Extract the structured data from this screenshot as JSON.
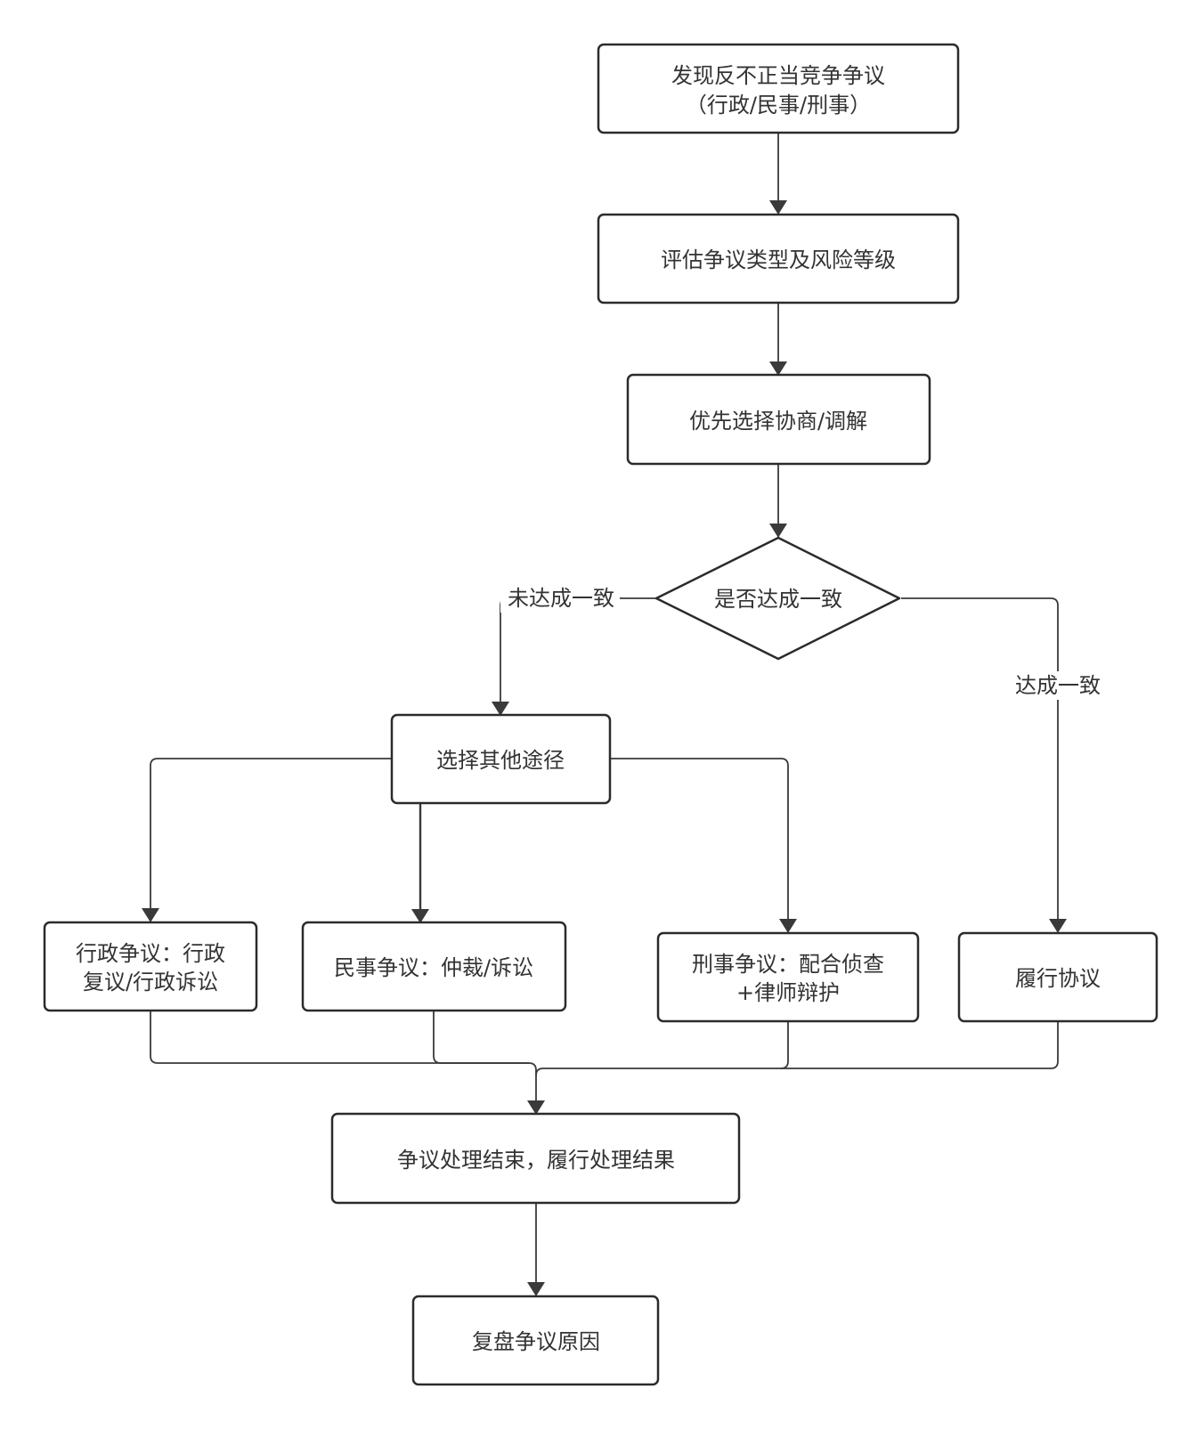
{
  "nodes": {
    "discover": {
      "line1": "发现反不正当竞争争议",
      "line2": "（行政/民事/刑事）"
    },
    "assess": {
      "line1": "评估争议类型及风险等级"
    },
    "negotiate": {
      "line1": "优先选择协商/调解"
    },
    "decision": {
      "line1": "是否达成一致"
    },
    "other_route": {
      "line1": "选择其他途径"
    },
    "administrative": {
      "line1": "行政争议：行政",
      "line2": "复议/行政诉讼"
    },
    "civil": {
      "line1": "民事争议：仲裁/诉讼"
    },
    "criminal": {
      "line1": "刑事争议：配合侦查",
      "line2": "+律师辩护"
    },
    "perform": {
      "line1": "履行协议"
    },
    "end": {
      "line1": "争议处理结束，履行处理结果"
    },
    "review": {
      "line1": "复盘争议原因"
    }
  },
  "edges": {
    "not_agreed": "未达成一致",
    "agreed": "达成一致"
  },
  "colors": {
    "stroke": "#2b2b2b",
    "text": "#333333",
    "background": "#ffffff"
  }
}
